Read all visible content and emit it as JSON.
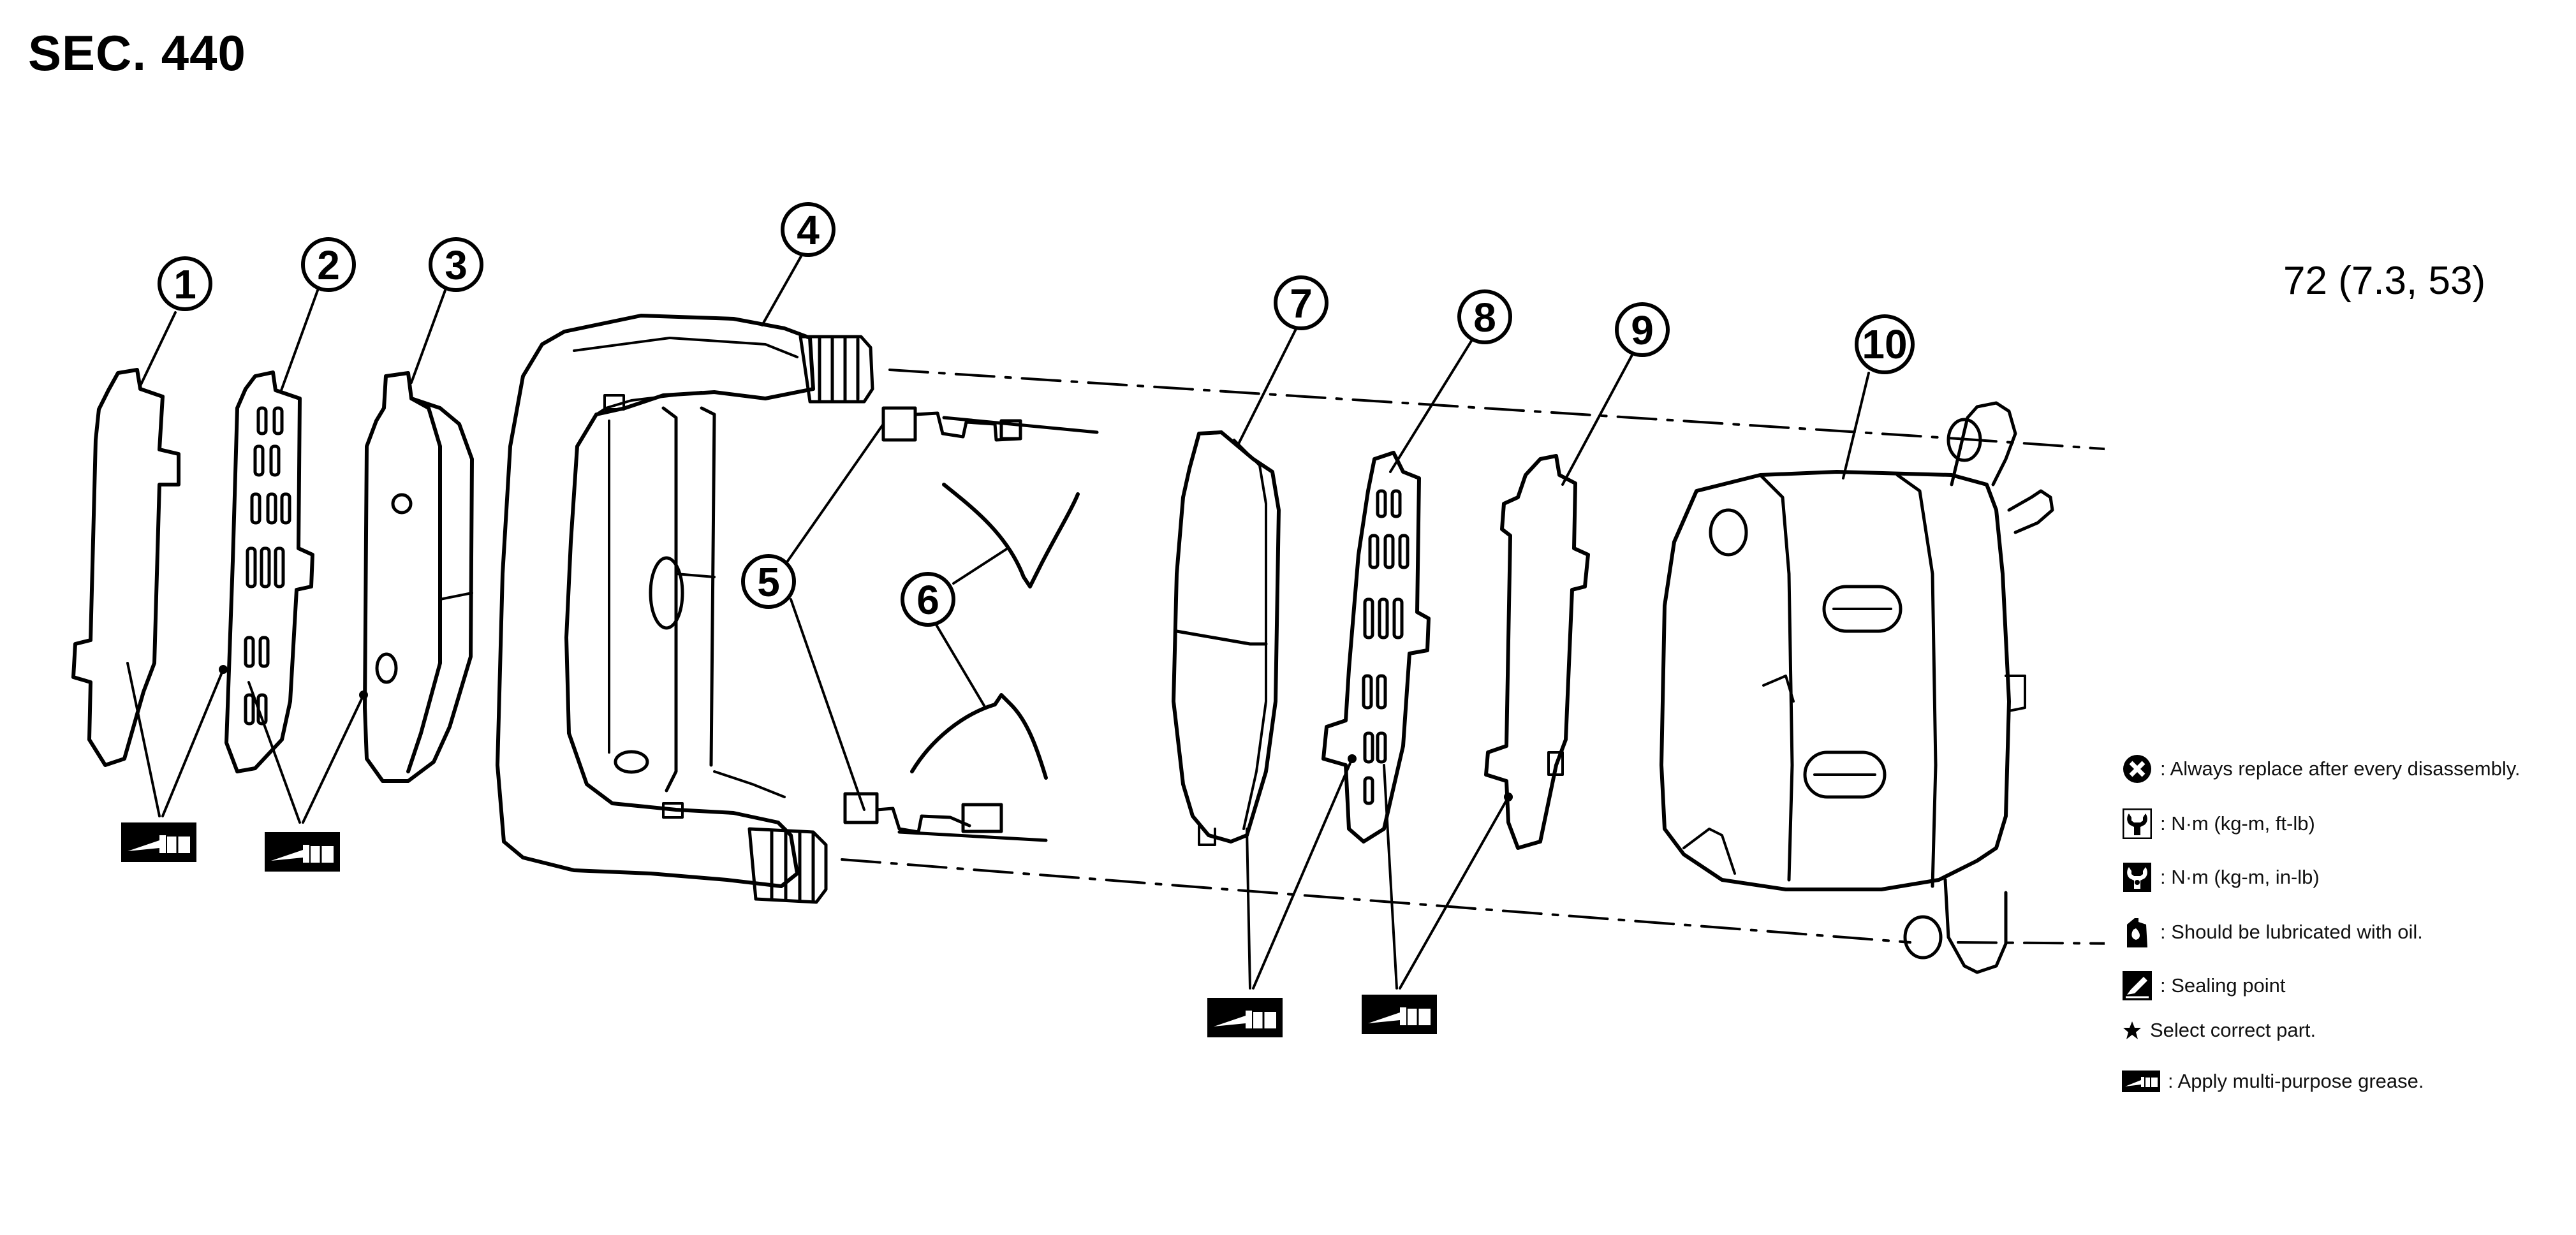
{
  "title": "SEC. 440",
  "torque_spec": "72 (7.3, 53)",
  "callouts": [
    {
      "label": "1"
    },
    {
      "label": "2"
    },
    {
      "label": "3"
    },
    {
      "label": "4"
    },
    {
      "label": "5"
    },
    {
      "label": "6"
    },
    {
      "label": "7"
    },
    {
      "label": "8"
    },
    {
      "label": "9"
    },
    {
      "label": "10"
    }
  ],
  "legend": [
    {
      "icon": "replace-x-icon",
      "text": ": Always replace after every disassembly."
    },
    {
      "icon": "torque-wrench-icon",
      "text": ": N·m (kg-m, ft-lb)"
    },
    {
      "icon": "torque-wrench-small-icon",
      "text": ": N·m (kg-m, in-lb)"
    },
    {
      "icon": "oil-can-icon",
      "text": ": Should be lubricated with oil."
    },
    {
      "icon": "sealing-point-icon",
      "text": ": Sealing point"
    },
    {
      "icon": "star-icon",
      "text": "Select correct part."
    },
    {
      "icon": "grease-gun-icon",
      "text": ": Apply multi-purpose grease."
    }
  ]
}
